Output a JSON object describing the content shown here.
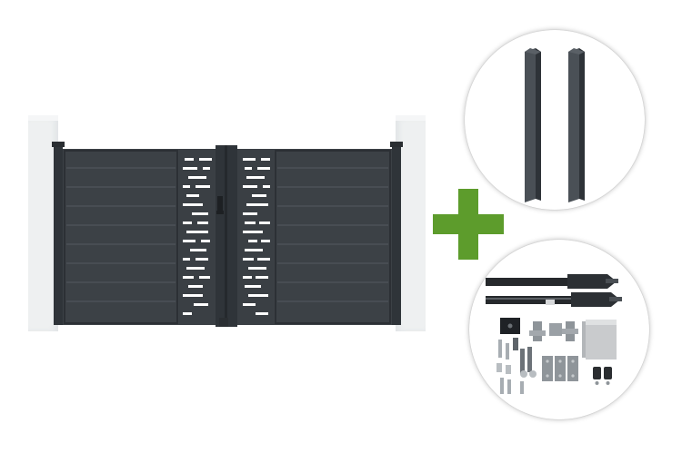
{
  "scene": {
    "gate": {
      "color": "#3c4146",
      "frame_color": "#2f3439",
      "panel_line_color": "#4f555b",
      "pillar_color": "#eef0f1",
      "pillar_shade": "#e2e5e7",
      "leaves": 2,
      "slats_per_leaf": 9,
      "decorative_cutout_panels": 2
    },
    "plus_sign": {
      "color": "#5d9c2c"
    },
    "accessory_circles": [
      {
        "name": "posts",
        "items": [
          "post",
          "post"
        ],
        "post_color": "#3e444a"
      },
      {
        "name": "motor-kit",
        "items": [
          "motor-arm",
          "motor-arm",
          "control-box",
          "brackets",
          "hinges",
          "remote",
          "remote",
          "bolts"
        ],
        "arm_color": "#26292c",
        "box_color": "#c9cbcd"
      }
    ]
  }
}
